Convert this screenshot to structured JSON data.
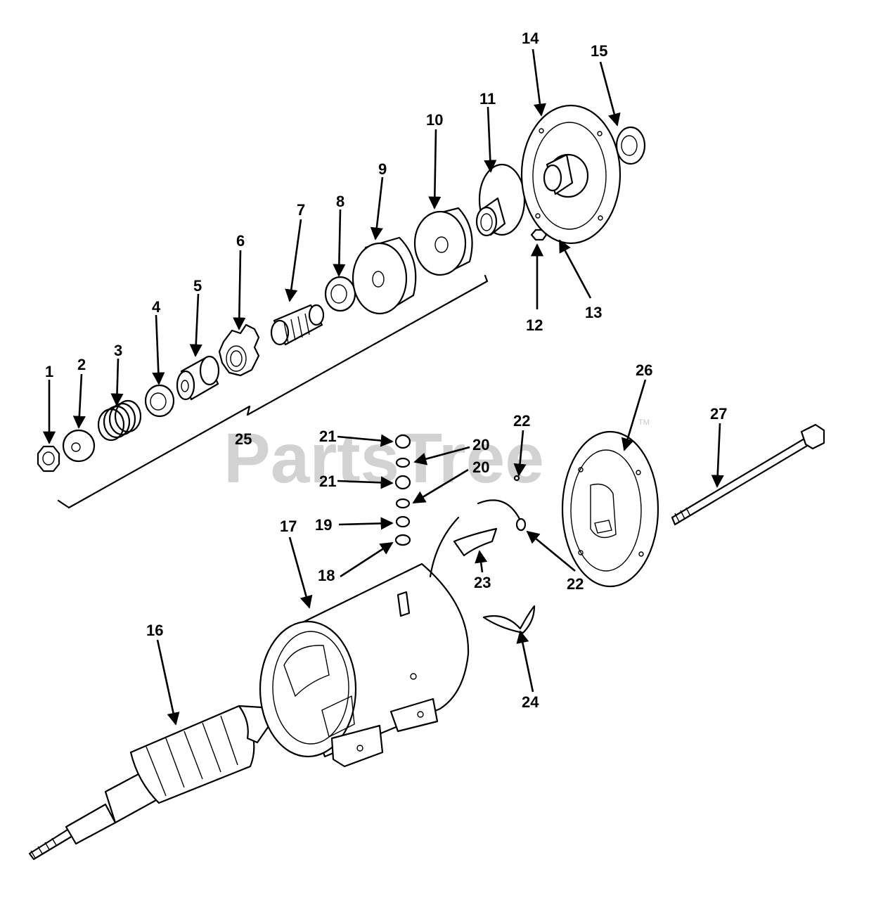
{
  "watermark": {
    "brand": "PartsTree",
    "trademark": "TM"
  },
  "callouts": [
    {
      "id": "c1",
      "label": "1"
    },
    {
      "id": "c2",
      "label": "2"
    },
    {
      "id": "c3",
      "label": "3"
    },
    {
      "id": "c4",
      "label": "4"
    },
    {
      "id": "c5",
      "label": "5"
    },
    {
      "id": "c6",
      "label": "6"
    },
    {
      "id": "c7",
      "label": "7"
    },
    {
      "id": "c8",
      "label": "8"
    },
    {
      "id": "c9",
      "label": "9"
    },
    {
      "id": "c10",
      "label": "10"
    },
    {
      "id": "c11",
      "label": "11"
    },
    {
      "id": "c12",
      "label": "12"
    },
    {
      "id": "c13",
      "label": "13"
    },
    {
      "id": "c14",
      "label": "14"
    },
    {
      "id": "c15",
      "label": "15"
    },
    {
      "id": "c16",
      "label": "16"
    },
    {
      "id": "c17",
      "label": "17"
    },
    {
      "id": "c18",
      "label": "18"
    },
    {
      "id": "c19",
      "label": "19"
    },
    {
      "id": "c20a",
      "label": "20"
    },
    {
      "id": "c20b",
      "label": "20"
    },
    {
      "id": "c21a",
      "label": "21"
    },
    {
      "id": "c21b",
      "label": "21"
    },
    {
      "id": "c22a",
      "label": "22"
    },
    {
      "id": "c22b",
      "label": "22"
    },
    {
      "id": "c23",
      "label": "23"
    },
    {
      "id": "c24",
      "label": "24"
    },
    {
      "id": "c25",
      "label": "25"
    },
    {
      "id": "c26",
      "label": "26"
    },
    {
      "id": "c27",
      "label": "27"
    }
  ]
}
